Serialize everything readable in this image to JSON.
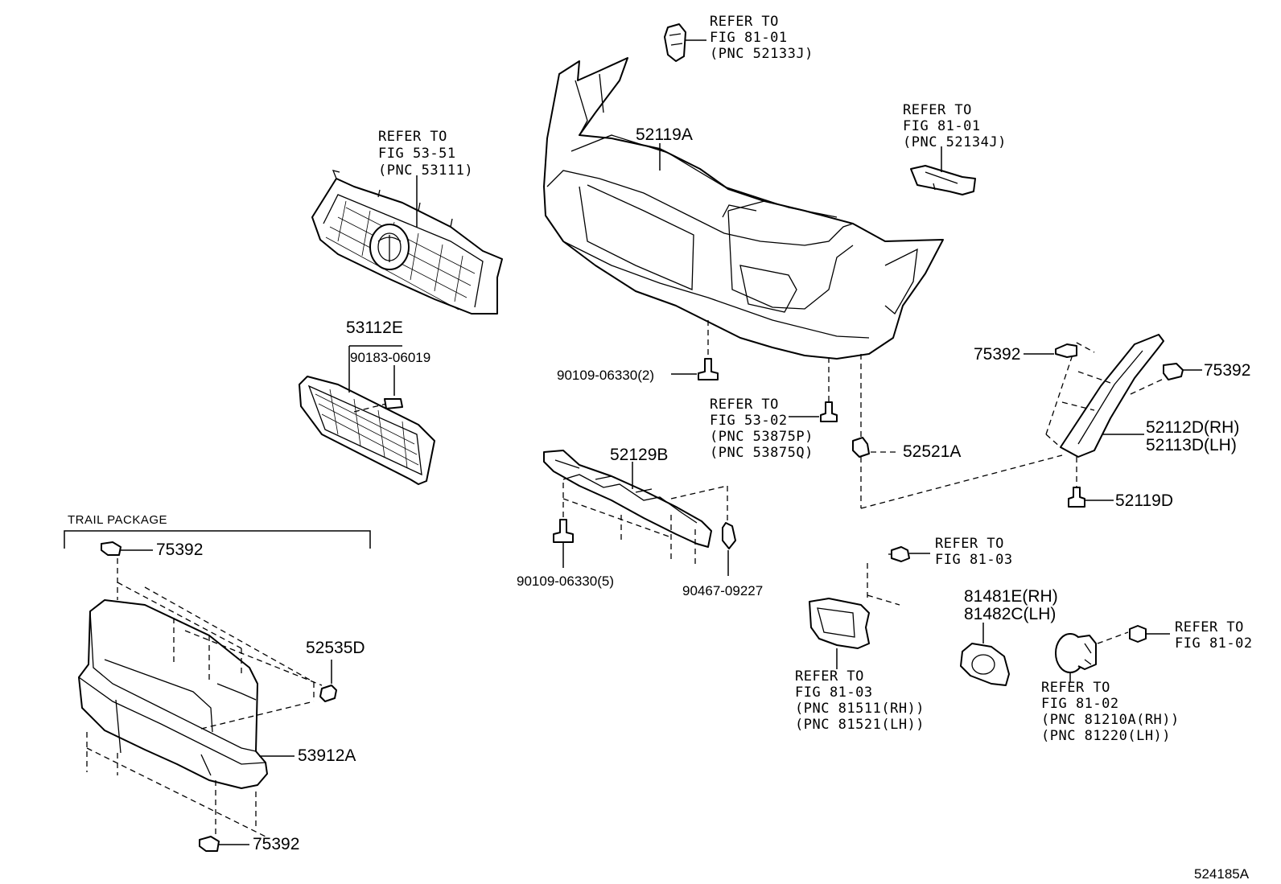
{
  "diagram_id": "524185A",
  "section_label": "TRAIL PACKAGE",
  "labels": {
    "grille_ref": [
      "REFER TO",
      "FIG 53-51",
      "(PNC 53111)"
    ],
    "bracket_top_ref": [
      "REFER TO",
      "FIG 81-01",
      "(PNC 52133J)"
    ],
    "bracket_right_ref": [
      "REFER TO",
      "FIG 81-01",
      "(PNC 52134J)"
    ],
    "bumper_cover": "52119A",
    "lower_grille": "53112E",
    "lower_grille_clip": "90183-06019",
    "cover_bolt": "90109-06330(2)",
    "fig53_02_ref": [
      "REFER TO",
      "FIG 53-02",
      "(PNC 53875P)",
      "(PNC 53875Q)"
    ],
    "retainer": "52521A",
    "clip_right_a": "75392",
    "clip_right_b": "75392",
    "extension_rh": "52112D(RH)",
    "extension_lh": "52113D(LH)",
    "ext_screw": "52119D",
    "absorber": "52129B",
    "absorber_bolt": "90109-06330(5)",
    "absorber_clip": "90467-09227",
    "trail_clip_top": "75392",
    "trail_part_clip": "52535D",
    "trail_cover": "53912A",
    "trail_clip_bottom": "75392",
    "fig81_03_bolt_ref": [
      "REFER TO",
      "FIG 81-03"
    ],
    "fog_bezel_rh": "81481E(RH)",
    "fog_bezel_lh": "81482C(LH)",
    "fig81_02_bolt_ref": [
      "REFER TO",
      "FIG 81-02"
    ],
    "fog_cover_ref": [
      "REFER TO",
      "FIG 81-03",
      "(PNC 81511(RH))",
      "(PNC 81521(LH))"
    ],
    "fog_lamp_ref": [
      "REFER TO",
      "FIG 81-02",
      "(PNC 81210A(RH))",
      "(PNC 81220(LH))"
    ]
  }
}
